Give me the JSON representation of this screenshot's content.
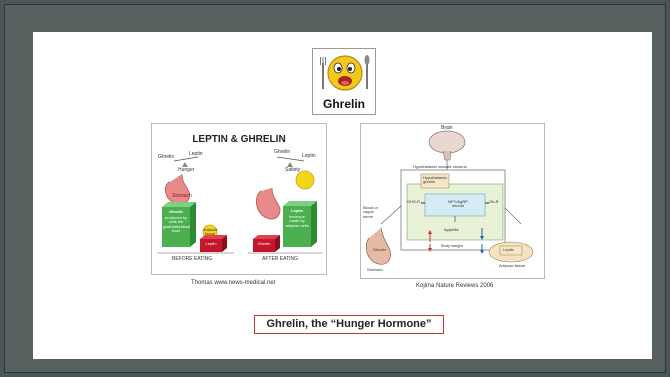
{
  "logo": {
    "word": "Ghrelin",
    "icon": "hungry-smiley-icon"
  },
  "left_figure": {
    "title": "LEPTIN & GHRELIN",
    "before": {
      "ghrelin": "Ghrelin",
      "leptin": "Leptin",
      "state": "Hunger",
      "stomach": "Stomach",
      "green_title": "Ghrelin",
      "green_text": "produced by cells the gastrointestinal tract",
      "adipose": "Adipose tissue",
      "red_label": "Leptin",
      "caption": "BEFORE EATING"
    },
    "after": {
      "ghrelin": "Ghrelin",
      "leptin": "Leptin",
      "state": "Satiety",
      "green_title": "Leptin",
      "green_text": "hormone made by adipose cells",
      "red_label": "Ghrelin",
      "caption": "AFTER EATING"
    },
    "credit": "Thomas www.news-medical.net"
  },
  "right_figure": {
    "brain": "Brain",
    "nucleus": "Hypothalamic arcuate nucleus",
    "hyp_ghrelin": "Hypothalamic ghrelin",
    "ghsr": "GHS-R",
    "obr": "Ob-R",
    "neuron": "NPY/AgRP neuron",
    "appetite": "Appetite",
    "body_weight": "Body weight",
    "blood": "Blood or vagus nerve",
    "ghrelin": "Ghrelin",
    "leptin": "Leptin",
    "stomach": "Stomach",
    "adipose": "Adipose tissue",
    "credit": "Kojima Nature Reviews 2006"
  },
  "tagline": "Ghrelin, the “Hunger Hormone”"
}
